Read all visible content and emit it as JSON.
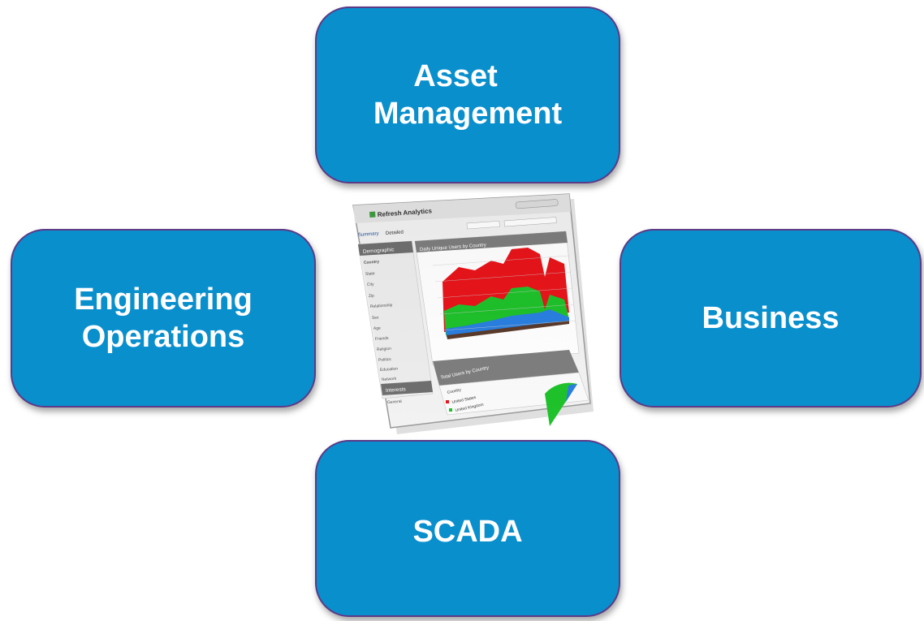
{
  "boxes": {
    "asset": [
      "Asset",
      "Management"
    ],
    "engineering": [
      "Engineering",
      "Operations"
    ],
    "business": [
      "Business"
    ],
    "scada": [
      "SCADA"
    ]
  },
  "screenshot": {
    "app_title": "Refresh Analytics",
    "tabs": [
      "Summary",
      "Detailed"
    ],
    "sidebar_header": "Demographic",
    "sidebar_items": [
      "Country",
      "State",
      "City",
      "Zip",
      "Relationship",
      "Sex",
      "Age",
      "Friends",
      "Religion",
      "Politics",
      "Education",
      "Network"
    ],
    "sidebar_footer": "Interests",
    "sidebar_footer_item": "General",
    "chart_title": "Daily Unique Users by Country",
    "table_title": "Total Users by Country",
    "table_header": "Country",
    "table_rows": [
      "United States",
      "United Kingdom"
    ],
    "colors": {
      "red": "#e8141b",
      "green": "#1fc22b",
      "blue": "#2a7fe0",
      "header": "#7e7e7e"
    }
  }
}
